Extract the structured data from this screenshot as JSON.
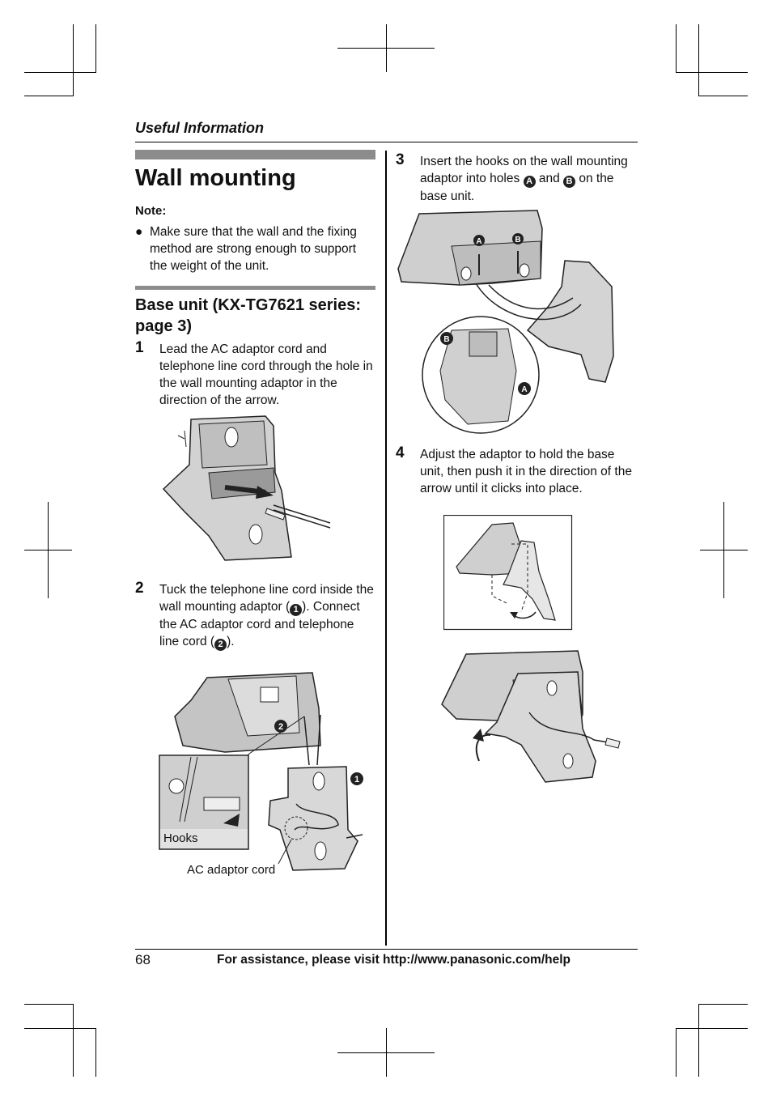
{
  "header": {
    "section": "Useful Information"
  },
  "title": "Wall mounting",
  "note": {
    "label": "Note:",
    "bullet": "Make sure that the wall and the fixing method are strong enough to support the weight of the unit."
  },
  "subheading": "Base unit (KX-TG7621 series: page 3)",
  "steps": [
    {
      "num": "1",
      "text": "Lead the AC adaptor cord and telephone line cord through the hole in the wall mounting adaptor in the direction of the arrow."
    },
    {
      "num": "2",
      "text_a": "Tuck the telephone line cord inside the wall mounting adaptor (",
      "mark1": "1",
      "text_b": "). Connect the AC adaptor cord and telephone line cord (",
      "mark2": "2",
      "text_c": ")."
    },
    {
      "num": "3",
      "text_a": "Insert the hooks on the wall mounting adaptor into holes ",
      "markA": "A",
      "text_b": " and ",
      "markB": "B",
      "text_c": " on the base unit."
    },
    {
      "num": "4",
      "text": "Adjust the adaptor to hold the base unit, then push it in the direction of the arrow until it clicks into place."
    }
  ],
  "figure_labels": {
    "hooks": "Hooks",
    "ac_adaptor_cord": "AC adaptor cord",
    "callout_1": "1",
    "callout_2": "2",
    "hole_a": "A",
    "hole_b": "B"
  },
  "footer": {
    "page_number": "68",
    "assistance": "For assistance, please visit http://www.panasonic.com/help"
  }
}
